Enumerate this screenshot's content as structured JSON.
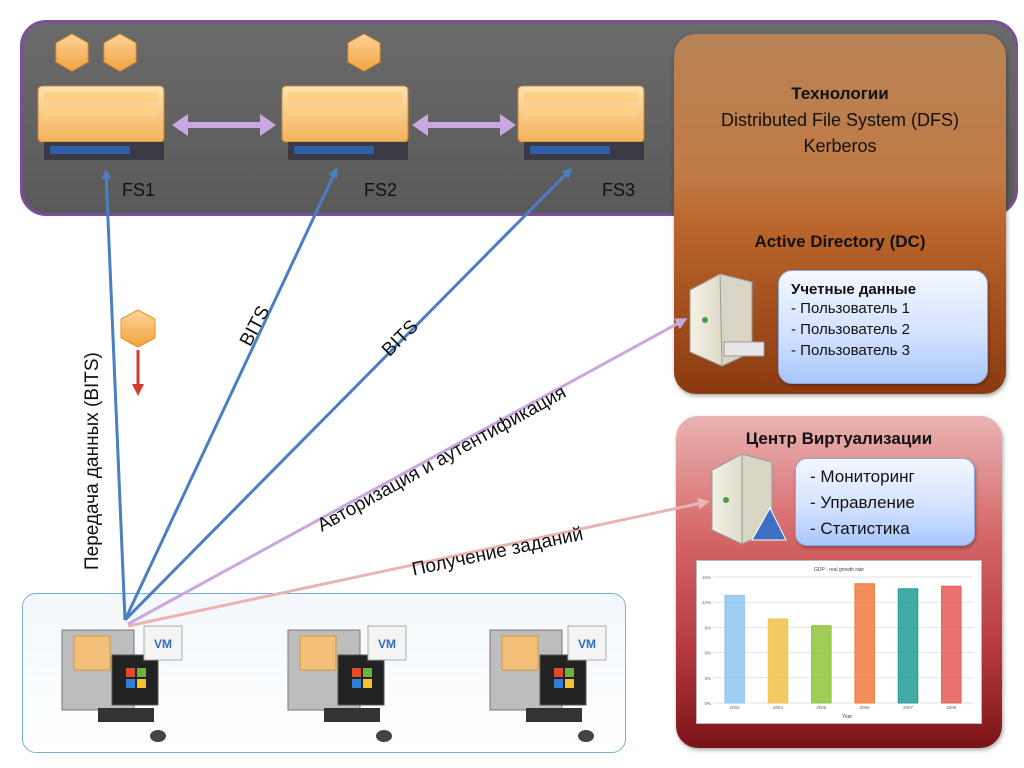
{
  "servers": [
    {
      "label": "FS1"
    },
    {
      "label": "FS2"
    },
    {
      "label": "FS3"
    }
  ],
  "technologies": {
    "title": "Технологии",
    "lines": [
      "Distributed File System (DFS)",
      "Kerberos"
    ]
  },
  "active_directory": {
    "title": "Active Directory (DC)",
    "credentials": {
      "title": "Учетные данные",
      "items": [
        "- Пользователь 1",
        "- Пользователь 2",
        "- Пользователь 3"
      ]
    }
  },
  "virtualization_center": {
    "title": "Центр Виртуализации",
    "items": [
      "- Мониторинг",
      "- Управление",
      "- Статистика"
    ]
  },
  "connections": {
    "data_transfer": "Передача данных (BITS)",
    "bits_fs2": "BITS",
    "bits_fs3": "BITS",
    "auth": "Авторизация и аутентификация",
    "tasks": "Получение заданий"
  },
  "vm_badge": "VM",
  "chart_data": {
    "type": "bar",
    "title": "GDP - real growth rate",
    "xlabel": "Year",
    "ylabel": "",
    "categories": [
      "2003",
      "2004",
      "2005",
      "2006",
      "2007",
      "2008"
    ],
    "values": [
      12.8,
      10,
      9.2,
      14.2,
      13.6,
      13.9
    ],
    "ylim": [
      0,
      15
    ],
    "yticks": [
      "0%",
      "3%",
      "6%",
      "9%",
      "12%",
      "15%"
    ],
    "colors": [
      "#8ec5f2",
      "#f2c14a",
      "#8fc43a",
      "#f07a3c",
      "#1f9e94",
      "#e65a55"
    ],
    "grid": true
  },
  "colors": {
    "blue_arrow": "#4a7fc1",
    "lilac_arrow": "#c9a8e0",
    "pink_arrow": "#e9b4b2",
    "red_arrow": "#d83a2a",
    "band_border": "#7b4e9a"
  }
}
